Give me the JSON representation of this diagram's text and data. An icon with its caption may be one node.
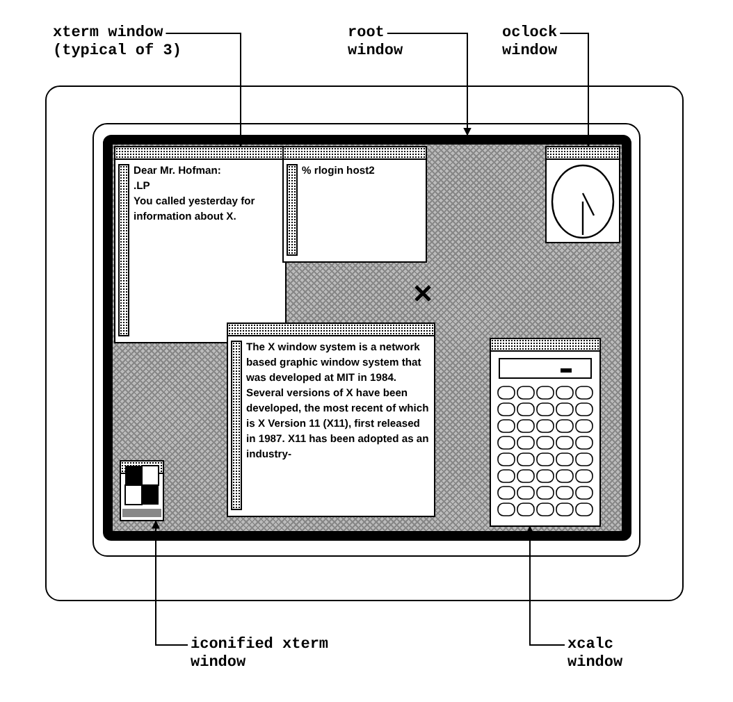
{
  "diagram": {
    "nodes": [
      {
        "text": [
          "xterm window (typical of 3)"
        ]
      },
      {
        "text": [
          "root window"
        ]
      },
      {
        "text": [
          "oclock window"
        ]
      },
      {
        "text": [],
        "shape": "box"
      },
      {
        "text": [
          "Dear Mr. Hofman:",
          ".LP",
          "You called yesterday for information about X."
        ],
        "in": 3
      },
      {
        "text": [
          "% rlogin host2"
        ],
        "in": 3
      },
      {
        "text": [],
        "shape": "picture",
        "in": 3
      },
      {
        "text": [
          "The X window system is a network based graphic window system that was developed at MIT in 1984.  Several versions of X have been developed, the most recent of which is X Version 11 (X11), first released in 1987.  X11 has been adopted as an industry-"
        ],
        "in": 3
      },
      {
        "text": [],
        "shape": "picture",
        "in": 3
      },
      {
        "text": [],
        "shape": "picture",
        "in": 3
      },
      {
        "text": [
          "iconified xterm window"
        ]
      },
      {
        "text": [
          "xcalc window"
        ]
      }
    ],
    "edges": [
      {
        "from": 0,
        "to": 4,
        "arrow": "to"
      },
      {
        "from": 1,
        "to": 3,
        "arrow": "to"
      },
      {
        "from": 2,
        "to": 6,
        "arrow": "to"
      },
      {
        "from": 10,
        "to": 9,
        "arrow": "to"
      },
      {
        "from": 11,
        "to": 8,
        "arrow": "to"
      }
    ]
  }
}
